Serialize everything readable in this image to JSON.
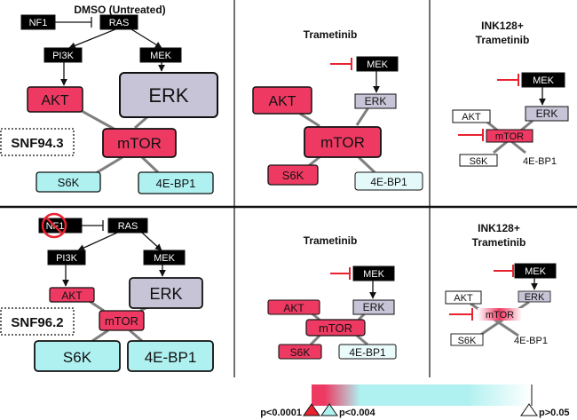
{
  "colors": {
    "akt_mtor": "#ee3a63",
    "erk": "#c6c4d6",
    "s6k_4ebp1": "#aff0f0",
    "black_node": "#000000",
    "inhibitor": "#e8222f"
  },
  "top_row": {
    "cell_line": "SNF94.3",
    "panel1": {
      "title": "DMSO (Untreated)",
      "nodes": {
        "nf1": "NF1",
        "ras": "RAS",
        "pi3k": "PI3K",
        "mek": "MEK",
        "akt": "AKT",
        "erk": "ERK",
        "mtor": "mTOR",
        "s6k": "S6K",
        "ebp1": "4E-BP1"
      }
    },
    "panel2": {
      "title": "Trametinib",
      "nodes": {
        "mek": "MEK",
        "akt": "AKT",
        "erk": "ERK",
        "mtor": "mTOR",
        "s6k": "S6K",
        "ebp1": "4E-BP1"
      }
    },
    "panel3": {
      "title_line1": "INK128+",
      "title_line2": "Trametinib",
      "nodes": {
        "mek": "MEK",
        "akt": "AKT",
        "erk": "ERK",
        "mtor": "mTOR",
        "s6k": "S6K",
        "ebp1": "4E-BP1"
      }
    }
  },
  "bottom_row": {
    "cell_line": "SNF96.2",
    "panel1": {
      "nodes": {
        "nf1": "NF1",
        "ras": "RAS",
        "pi3k": "PI3K",
        "mek": "MEK",
        "akt": "AKT",
        "erk": "ERK",
        "mtor": "mTOR",
        "s6k": "S6K",
        "ebp1": "4E-BP1"
      }
    },
    "panel2": {
      "title": "Trametinib",
      "nodes": {
        "mek": "MEK",
        "akt": "AKT",
        "erk": "ERK",
        "mtor": "mTOR",
        "s6k": "S6K",
        "ebp1": "4E-BP1"
      }
    },
    "panel3": {
      "title_line1": "INK128+",
      "title_line2": "Trametinib",
      "nodes": {
        "mek": "MEK",
        "akt": "AKT",
        "erk": "ERK",
        "mtor": "mTOR",
        "s6k": "S6K",
        "ebp1": "4E-BP1"
      }
    }
  },
  "legend": {
    "label_high": "p<0.0001",
    "label_mid": "p<0.004",
    "label_ns": "p>0.05"
  }
}
